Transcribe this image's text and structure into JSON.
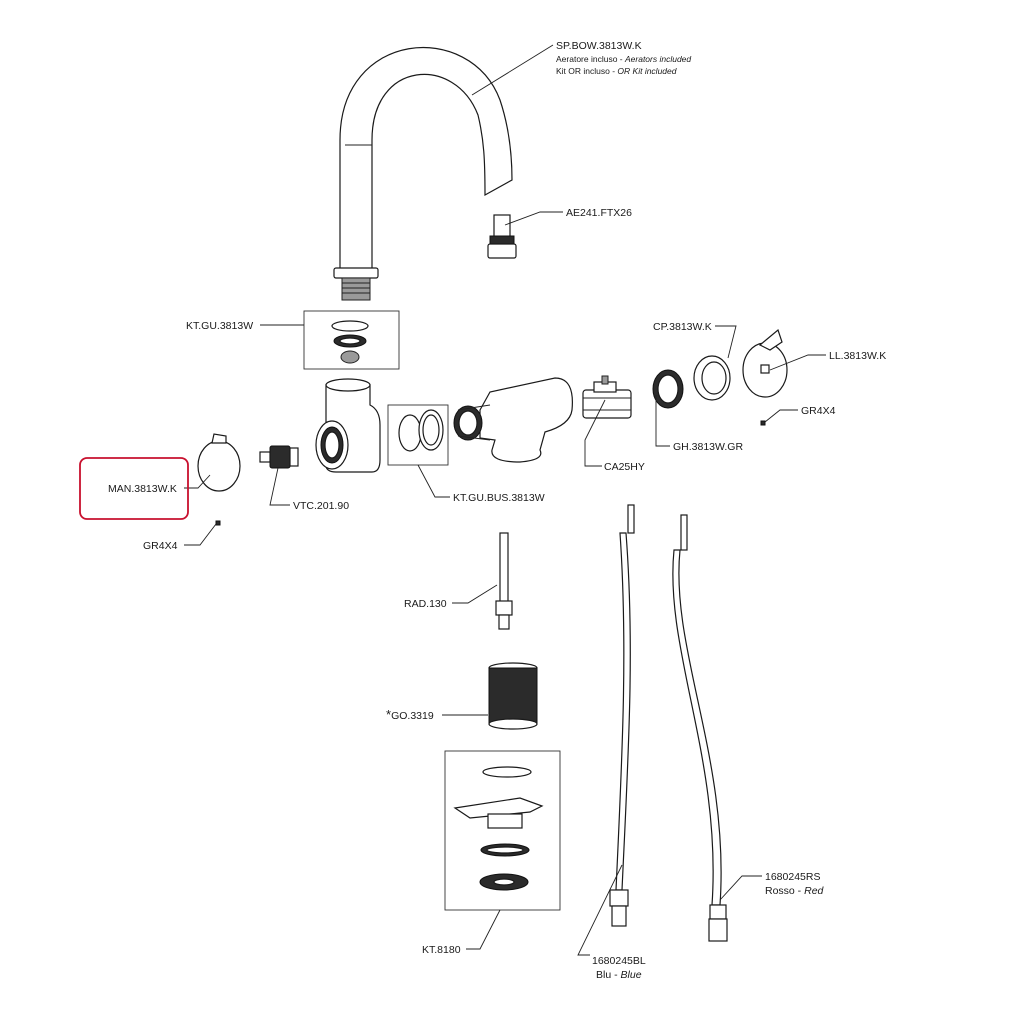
{
  "parts": {
    "sp_bow": {
      "code": "SP.BOW.3813W.K",
      "note1_it": "Aeratore incluso",
      "note1_en": "Aerators included",
      "note2_it": "Kit OR incluso",
      "note2_en": "OR Kit included"
    },
    "ae241": {
      "code": "AE241.FTX26"
    },
    "kt_gu": {
      "code": "KT.GU.3813W"
    },
    "cp": {
      "code": "CP.3813W.K"
    },
    "ll": {
      "code": "LL.3813W.K"
    },
    "gr4x4_right": {
      "code": "GR4X4"
    },
    "gh": {
      "code": "GH.3813W.GR"
    },
    "ca25hy": {
      "code": "CA25HY"
    },
    "kt_gu_bus": {
      "code": "KT.GU.BUS.3813W"
    },
    "vtc": {
      "code": "VTC.201.90"
    },
    "man": {
      "code": "MAN.3813W.K"
    },
    "gr4x4_left": {
      "code": "GR4X4"
    },
    "rad": {
      "code": "RAD.130"
    },
    "go": {
      "marker": "*",
      "code": "GO.3319"
    },
    "kt8180": {
      "code": "KT.8180"
    },
    "hose_red": {
      "code": "1680245RS",
      "color_it": "Rosso",
      "color_en": "Red"
    },
    "hose_blue": {
      "code": "1680245BL",
      "color_it": "Blu",
      "color_en": "Blue"
    }
  },
  "separator": " - ",
  "colors": {
    "highlight": "#c8102e"
  }
}
